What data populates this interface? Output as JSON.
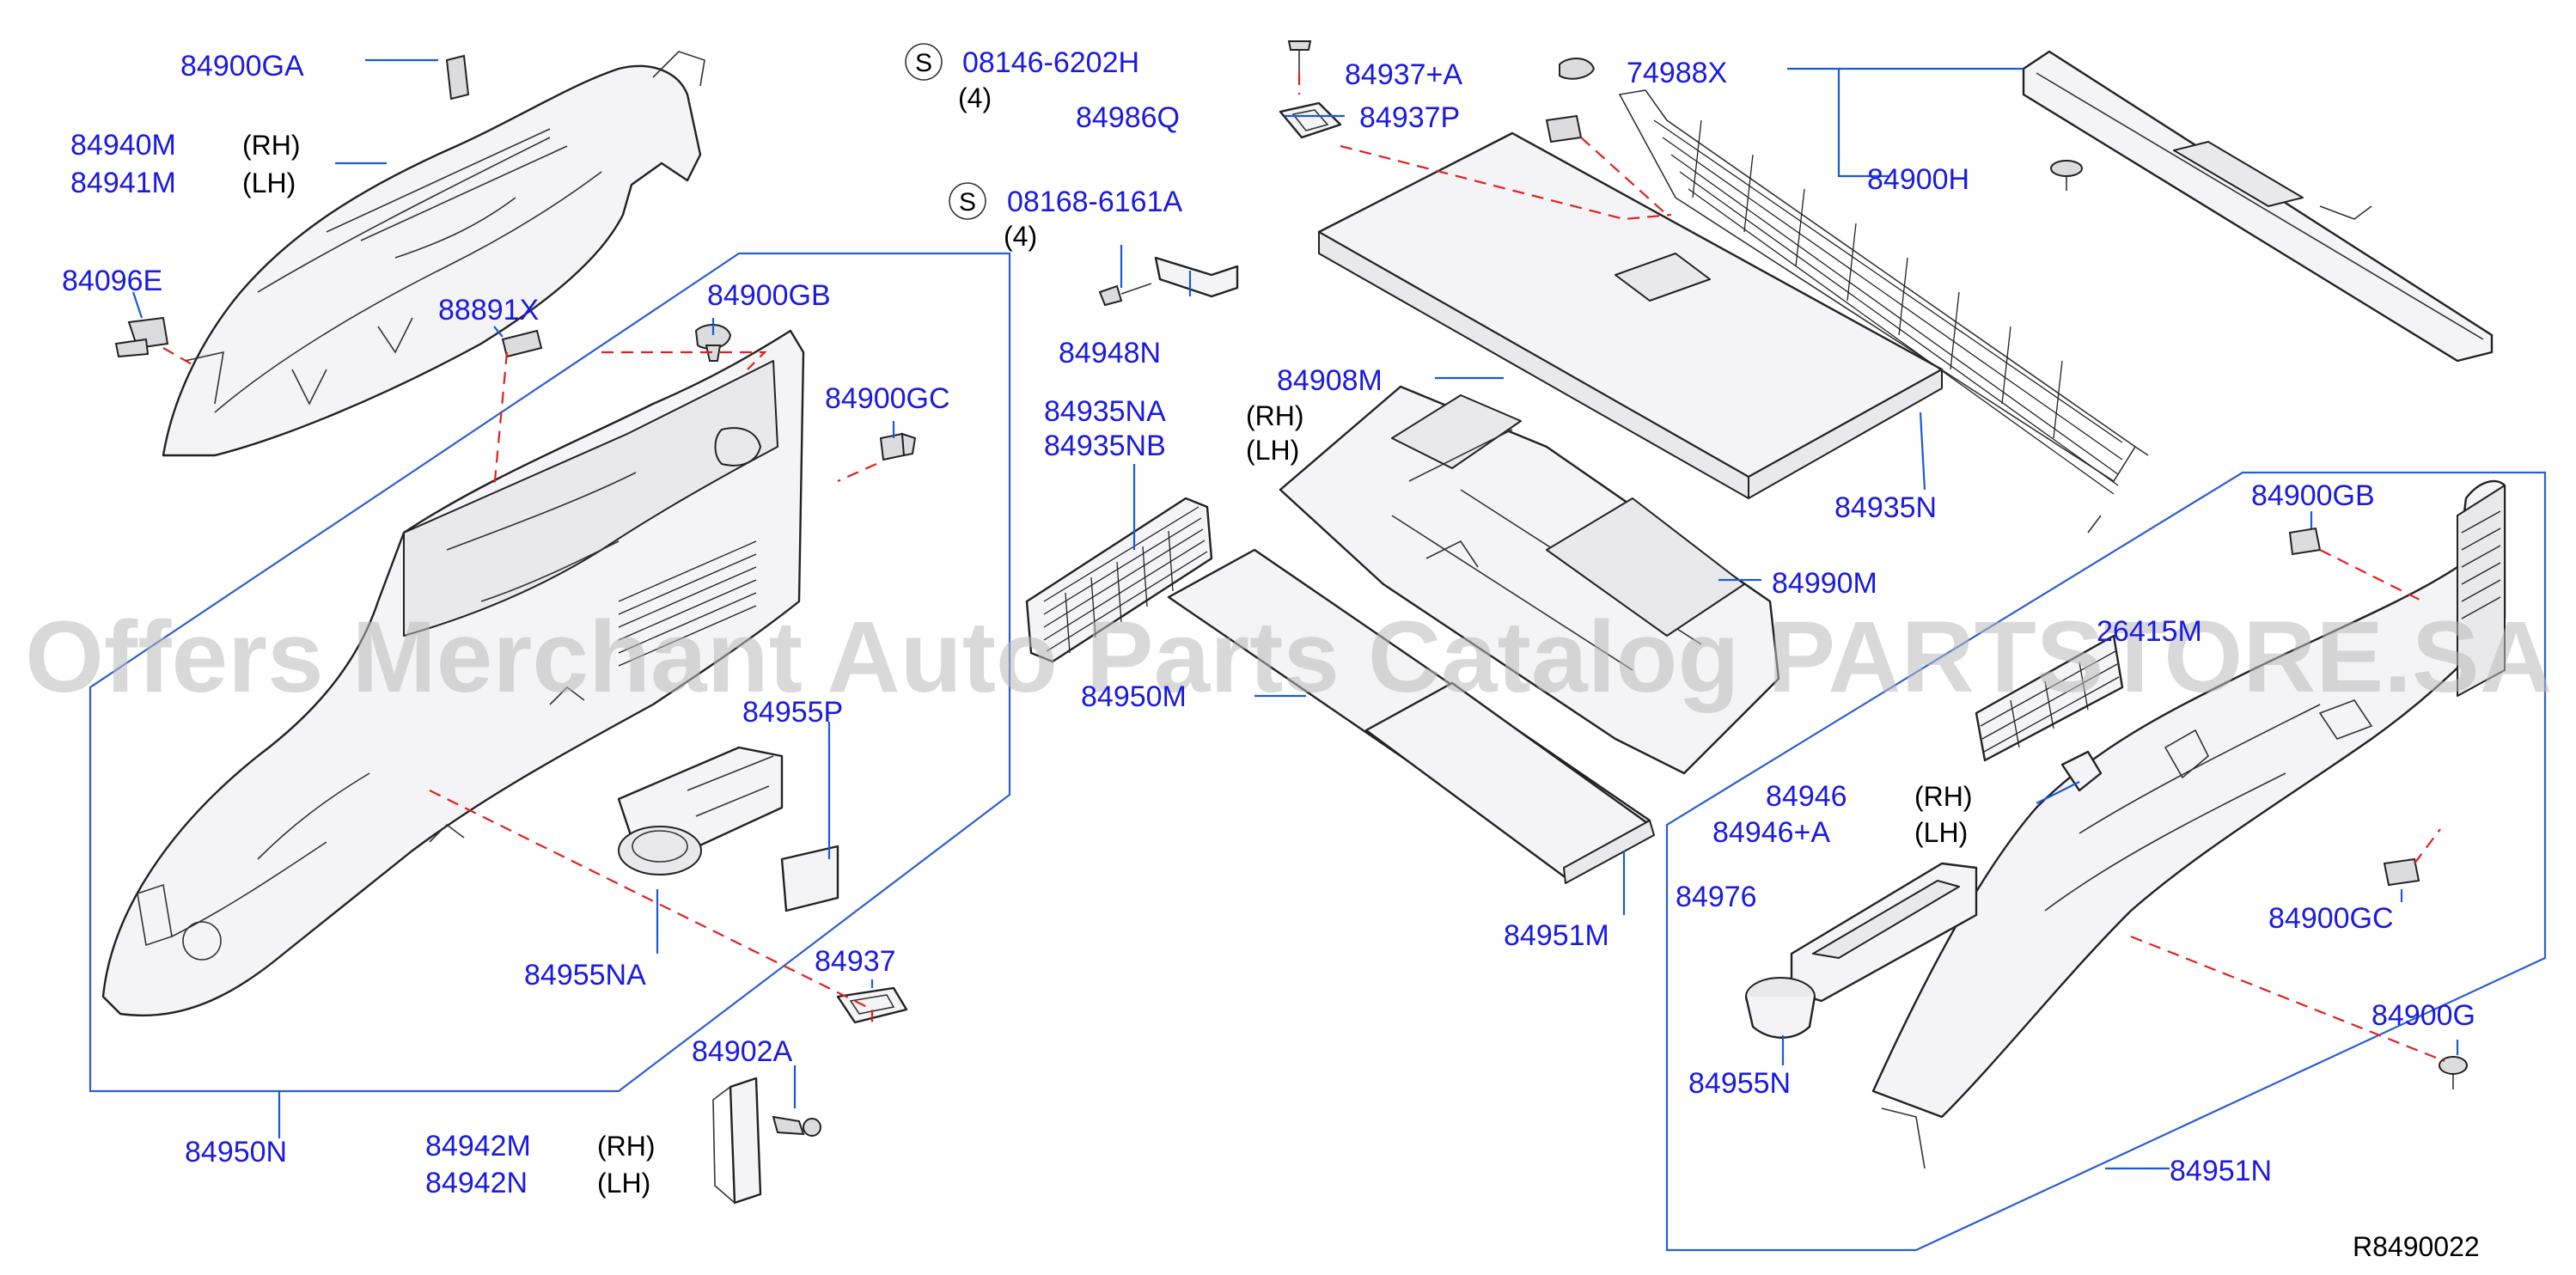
{
  "diagram": {
    "reference_code": "R8490022",
    "watermark": "Offers Merchant Auto Parts Catalog PARTSTORE.SA",
    "screw_symbol": "S",
    "colors": {
      "part_number": "#1a1ae0",
      "leader": "#1a5ad6",
      "dashed": "#e02020",
      "watermark": "#b9b9b9"
    },
    "labels": {
      "p84900GA": "84900GA",
      "p84940M": "84940M",
      "p84940M_side": "(RH)",
      "p84941M": "84941M",
      "p84941M_side": "(LH)",
      "p84096E": "84096E",
      "p88891X": "88891X",
      "p84900GB_left": "84900GB",
      "p84900GC_left": "84900GC",
      "p84955P": "84955P",
      "p84955NA": "84955NA",
      "p84937": "84937",
      "p84902A": "84902A",
      "p84950N": "84950N",
      "p84942M_1": "84942M",
      "p84942M_1_side": "(RH)",
      "p84942M_2": "84942N",
      "p84942M_2_side": "(LH)",
      "s08146": "08146-6202H",
      "s08146_qty": "(4)",
      "s08168": "08168-6161A",
      "s08168_qty": "(4)",
      "p84986Q": "84986Q",
      "p84948N": "84948N",
      "p84935NA": "84935NA",
      "p84935NA_side": "(RH)",
      "p84935NB": "84935NB",
      "p84935NB_side": "(LH)",
      "p84950M": "84950M",
      "p84937A": "84937+A",
      "p84937P": "84937P",
      "p84908M": "84908M",
      "p74988X": "74988X",
      "p84900H": "84900H",
      "p84935N": "84935N",
      "p84990M": "84990M",
      "p84951M": "84951M",
      "p84900GB_right": "84900GB",
      "p26415M": "26415M",
      "p84946": "84946",
      "p84946_side": "(RH)",
      "p84946A": "84946+A",
      "p84946A_side": "(LH)",
      "p84976": "84976",
      "p84955N": "84955N",
      "p84900GC_right": "84900GC",
      "p84900G": "84900G",
      "p84951N": "84951N"
    },
    "parts": [
      {
        "name": "upper-side-trim-left",
        "icon": "trim-panel"
      },
      {
        "name": "lower-side-trim-left",
        "icon": "trim-panel"
      },
      {
        "name": "cup-holder-left",
        "icon": "cup-holder"
      },
      {
        "name": "luggage-floor-board",
        "icon": "board"
      },
      {
        "name": "under-floor-box",
        "icon": "tray"
      },
      {
        "name": "floor-mat-panel",
        "icon": "mat"
      },
      {
        "name": "luggage-net",
        "icon": "net"
      },
      {
        "name": "side-net",
        "icon": "net"
      },
      {
        "name": "rear-kicking-plate",
        "icon": "plate"
      },
      {
        "name": "lower-side-trim-right",
        "icon": "trim-panel"
      },
      {
        "name": "cup-holder-right",
        "icon": "cup-holder"
      },
      {
        "name": "mounting-bracket",
        "icon": "bracket"
      }
    ]
  }
}
